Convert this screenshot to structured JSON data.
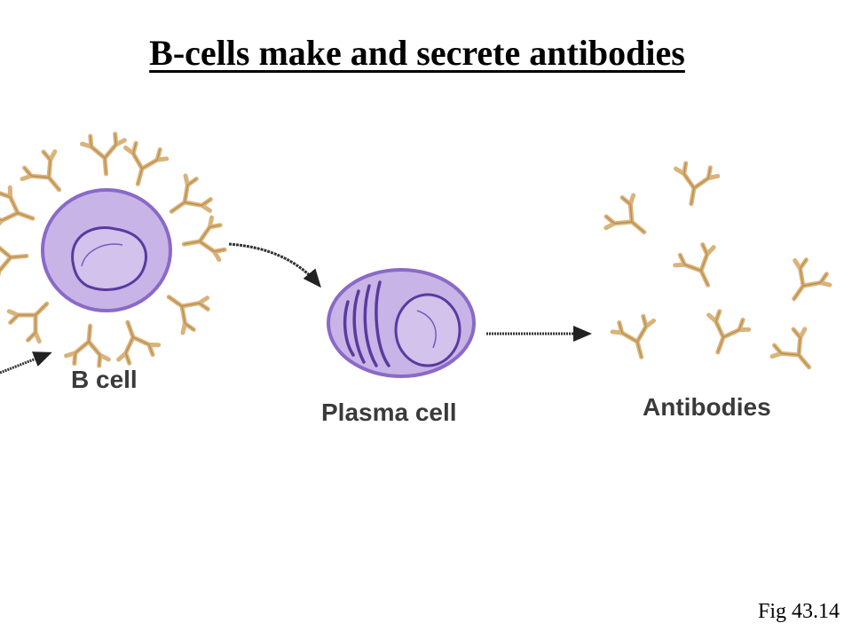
{
  "title": "B-cells make and secrete antibodies",
  "labels": {
    "b_cell": "B cell",
    "plasma_cell": "Plasma cell",
    "antibodies": "Antibodies"
  },
  "figure_ref": "Fig 43.14",
  "colors": {
    "cell_fill": "#c8b4e6",
    "cell_outline": "#8a6ac8",
    "nucleus_outline": "#5a3aa0",
    "antibody": "#d9b37a",
    "arrow": "#333333"
  }
}
